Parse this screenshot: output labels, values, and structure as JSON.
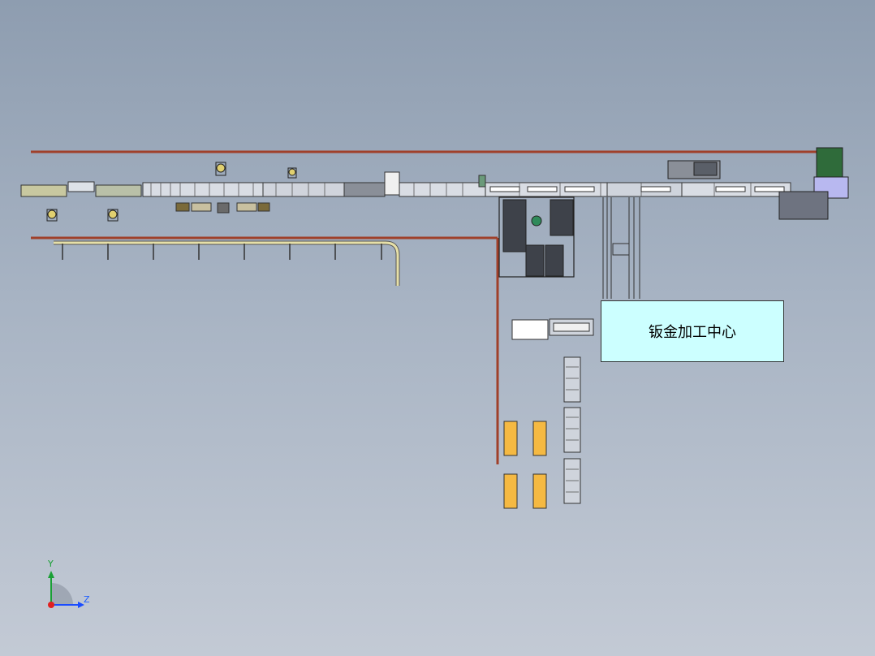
{
  "labels": {
    "center_label": "钣金加工中心"
  },
  "axes": {
    "y": "Y",
    "z": "Z"
  },
  "colors": {
    "background_top": "#8e9db0",
    "background_bottom": "#c3cad5",
    "rail": "#a0402a",
    "conveyor": "#d9dde4",
    "center_box_fill": "#ccffff",
    "pallet": "#f5b942",
    "machine_green": "#2f6b3a",
    "pipe": "#e6e0a8"
  },
  "icons": {
    "triad": "xyz-axis-triad-icon",
    "robot": "robot-arm-icon"
  }
}
